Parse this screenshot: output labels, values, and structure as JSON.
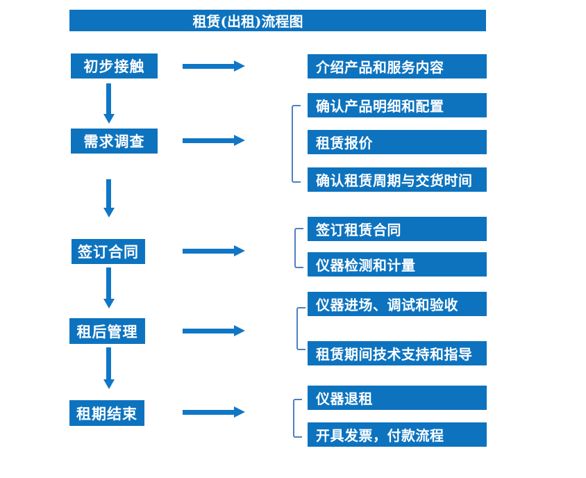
{
  "title": "租赁(出租)流程图",
  "colors": {
    "box_blue": "#0d73bf",
    "arrow_blue": "#1076c6",
    "bracket_blue": "#4d80c2",
    "text": "#ffffff",
    "background": "#ffffff"
  },
  "stages": [
    {
      "label": "初步接触",
      "details": [
        "介绍产品和服务内容"
      ]
    },
    {
      "label": "需求调查",
      "details": [
        "确认产品明细和配置",
        "租赁报价",
        "确认租赁周期与交货时间"
      ]
    },
    {
      "label": "签订合同",
      "details": [
        "签订租赁合同",
        "仪器检测和计量"
      ]
    },
    {
      "label": "租后管理",
      "details": [
        "仪器进场、调试和验收",
        "租赁期间技术支持和指导"
      ]
    },
    {
      "label": "租期结束",
      "details": [
        "仪器退租",
        "开具发票，付款流程"
      ]
    }
  ]
}
